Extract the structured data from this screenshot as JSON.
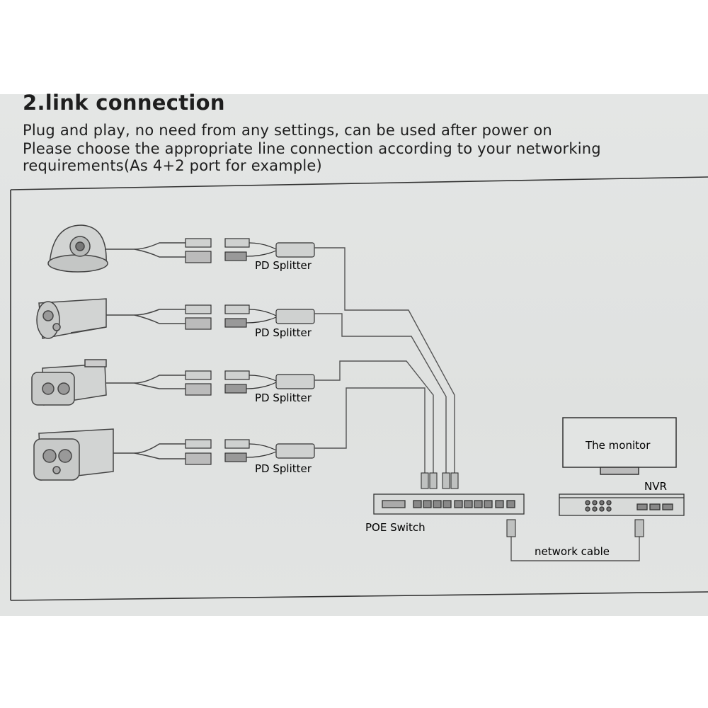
{
  "heading": "2.link connection",
  "intro": [
    "Plug and play, no need from any settings, can be used after power on",
    "Please choose the appropriate line connection according to your networking",
    "requirements(As 4+2 port for example)"
  ],
  "splitters": [
    {
      "label": "PD Splitter"
    },
    {
      "label": "PD Splitter"
    },
    {
      "label": "PD Splitter"
    },
    {
      "label": "PD Splitter"
    }
  ],
  "cameras": [
    {
      "kind": "dome-camera"
    },
    {
      "kind": "bullet-camera"
    },
    {
      "kind": "bullet-camera"
    },
    {
      "kind": "bullet-camera"
    }
  ],
  "switch": {
    "label": "POE Switch"
  },
  "monitor": {
    "label": "The monitor"
  },
  "nvr": {
    "label": "NVR"
  },
  "cable": {
    "label": "network cable"
  }
}
